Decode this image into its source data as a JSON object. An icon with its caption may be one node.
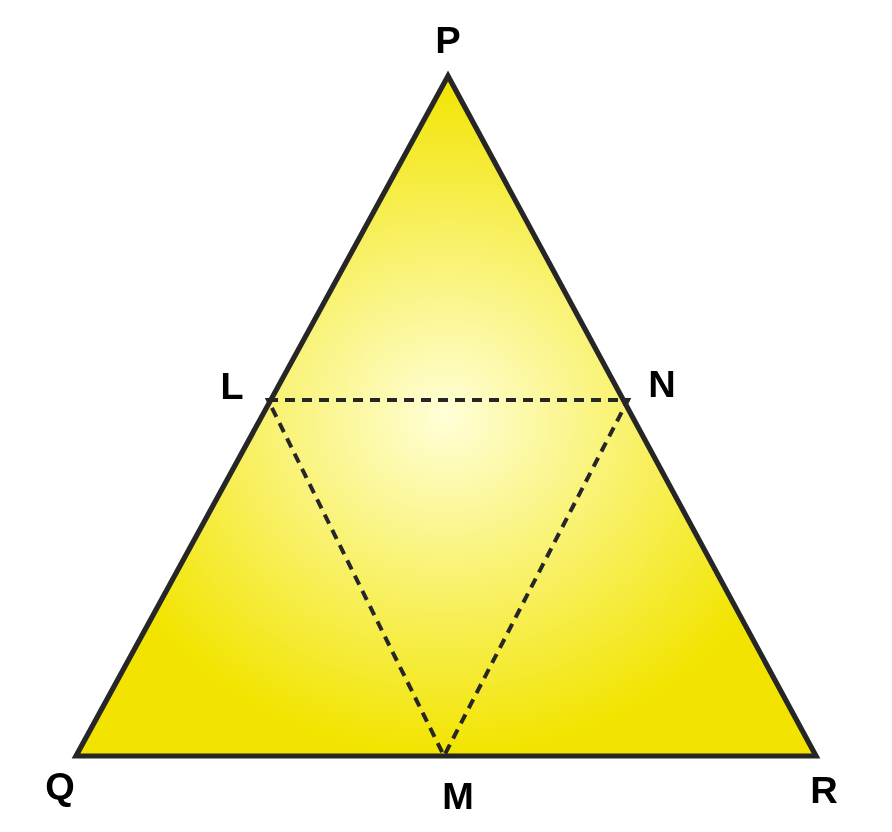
{
  "diagram": {
    "labels": [
      "P",
      "L",
      "N",
      "Q",
      "M",
      "R"
    ]
  }
}
